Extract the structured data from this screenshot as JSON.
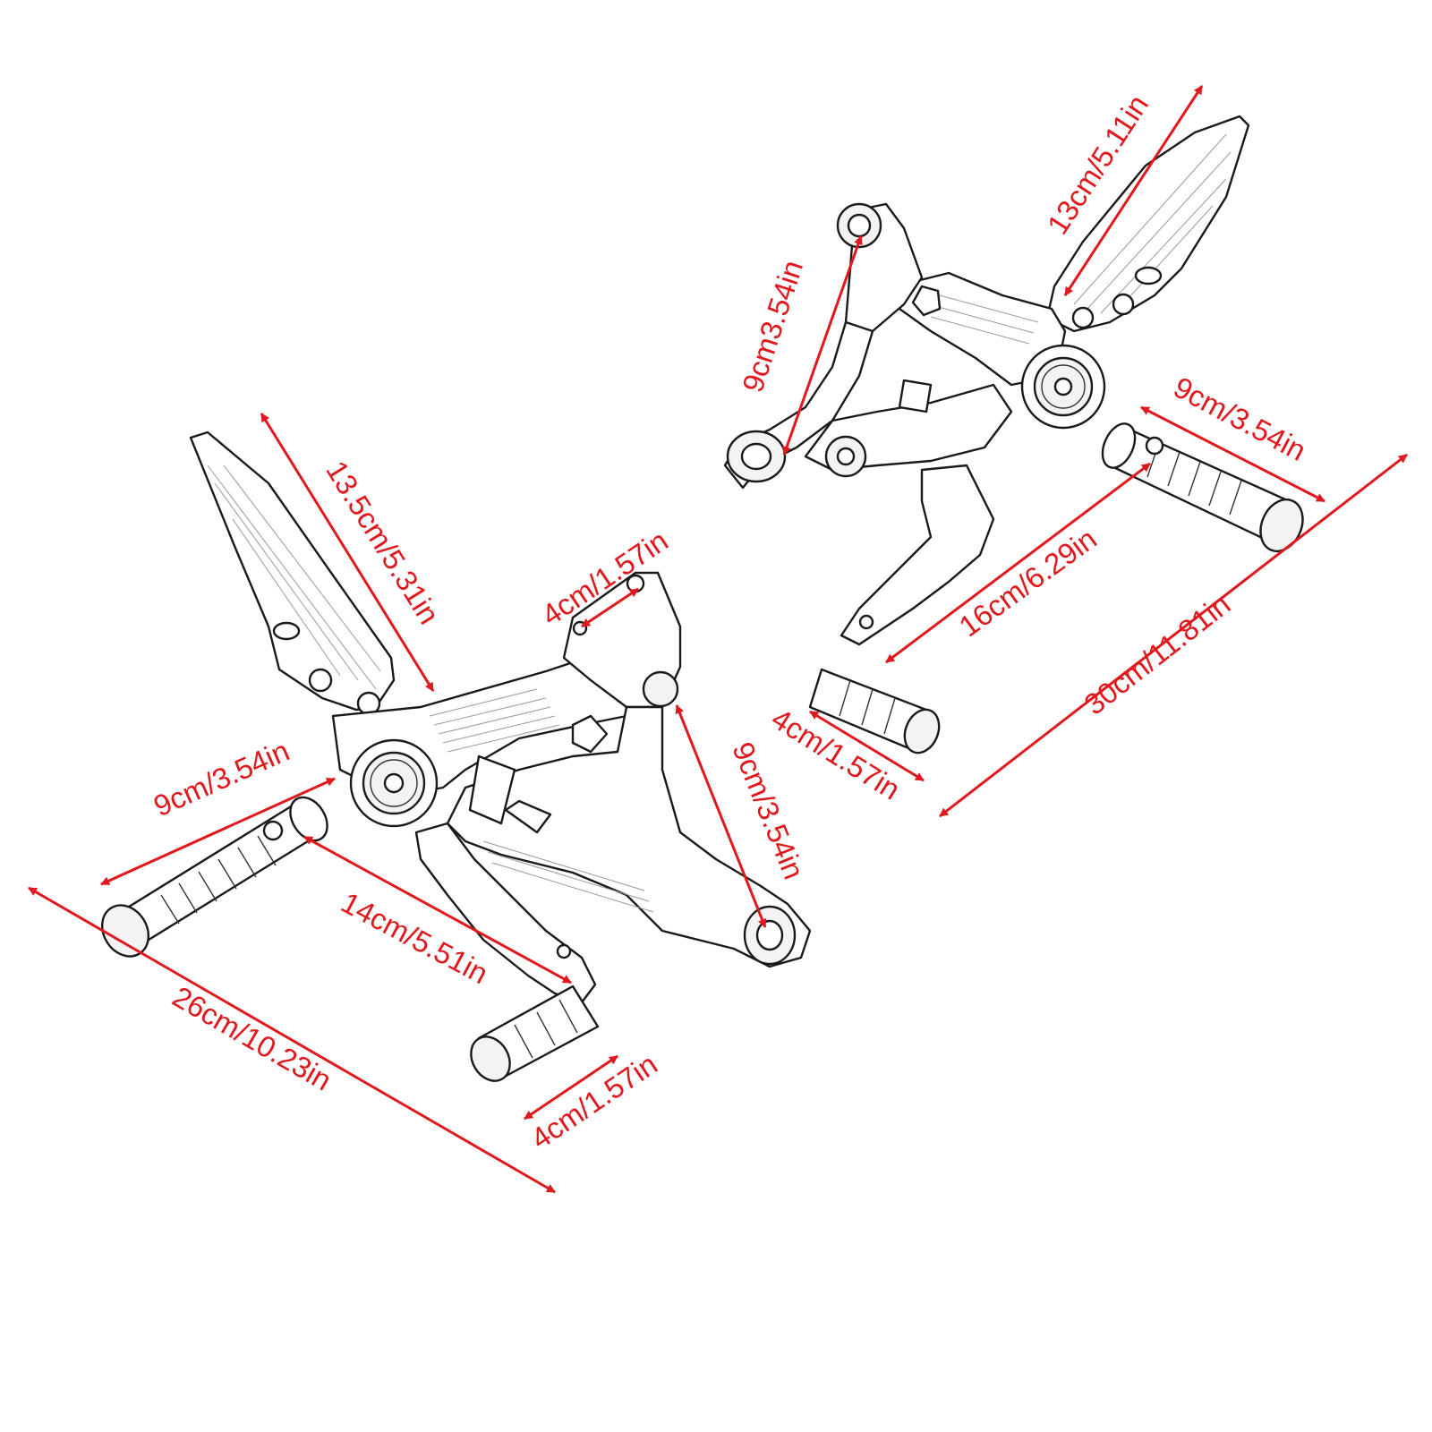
{
  "colors": {
    "dimension": "#e0191e",
    "outline": "#1a1a1a",
    "background": "#ffffff"
  },
  "left_assembly": {
    "heel_guard_height": "13.5cm/5.31in",
    "top_mount_spacing": "4cm/1.57in",
    "mount_to_mount": "9cm/3.54in",
    "footpeg_length": "9cm/3.54in",
    "peg_to_lever": "14cm/5.51in",
    "lever_peg_length": "4cm/1.57in",
    "overall_width": "26cm/10.23in"
  },
  "right_assembly": {
    "heel_guard_height": "13cm/5.11in",
    "mount_to_mount": "9cm3.54in",
    "footpeg_length": "9cm/3.54in",
    "peg_to_lever": "16cm/6.29in",
    "lever_peg_length": "4cm/1.57in",
    "overall_width": "30cm/11.81in"
  }
}
